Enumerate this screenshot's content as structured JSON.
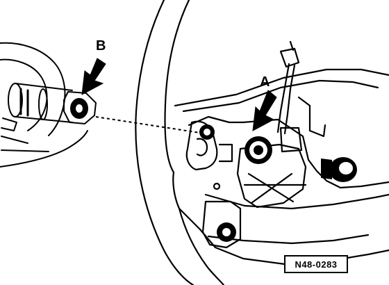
{
  "labels": {
    "a": "A",
    "b": "B"
  },
  "figure_code": "N48-0283",
  "colors": {
    "ink": "#000000",
    "paper": "#ffffff"
  }
}
